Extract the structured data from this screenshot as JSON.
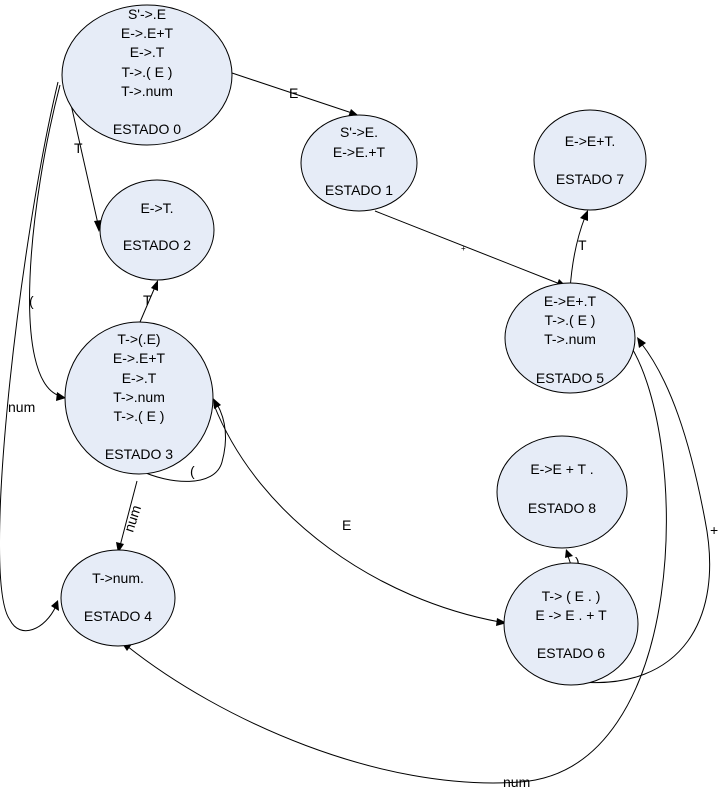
{
  "states": [
    {
      "id": "s0",
      "lines": [
        "S'->.E",
        "E->.E+T",
        "E->.T",
        "T->.( E )",
        "T->.num"
      ],
      "label": "ESTADO 0"
    },
    {
      "id": "s1",
      "lines": [
        "S'->E.",
        "E->E.+T"
      ],
      "label": "ESTADO 1"
    },
    {
      "id": "s2",
      "lines": [
        "E->T."
      ],
      "label": "ESTADO 2"
    },
    {
      "id": "s3",
      "lines": [
        "T->(.E)",
        "E->.E+T",
        "E->.T",
        "T->.num",
        "T->.( E )"
      ],
      "label": "ESTADO 3"
    },
    {
      "id": "s4",
      "lines": [
        "T->num."
      ],
      "label": "ESTADO 4"
    },
    {
      "id": "s5",
      "lines": [
        "E->E+.T",
        "T->.( E )",
        "T->.num"
      ],
      "label": "ESTADO 5"
    },
    {
      "id": "s6",
      "lines": [
        "T-> ( E . )",
        "E -> E . + T"
      ],
      "label": "ESTADO 6"
    },
    {
      "id": "s7",
      "lines": [
        "E->E+T."
      ],
      "label": "ESTADO 7"
    },
    {
      "id": "s8",
      "lines": [
        "E->E + T ."
      ],
      "label": "ESTADO 8"
    }
  ],
  "edges": [
    {
      "from": "s0",
      "to": "s1",
      "symbol": "E"
    },
    {
      "from": "s0",
      "to": "s2",
      "symbol": "T"
    },
    {
      "from": "s0",
      "to": "s3",
      "symbol": "("
    },
    {
      "from": "s0",
      "to": "s4",
      "symbol": "num"
    },
    {
      "from": "s1",
      "to": "s5",
      "symbol": "+"
    },
    {
      "from": "s3",
      "to": "s2",
      "symbol": "T"
    },
    {
      "from": "s3",
      "to": "s3",
      "symbol": "("
    },
    {
      "from": "s3",
      "to": "s4",
      "symbol": "num"
    },
    {
      "from": "s3",
      "to": "s6",
      "symbol": "E"
    },
    {
      "from": "s5",
      "to": "s7",
      "symbol": "T"
    },
    {
      "from": "s5",
      "to": "s4",
      "symbol": "num"
    },
    {
      "from": "s6",
      "to": "s8",
      "symbol": ")"
    },
    {
      "from": "s6",
      "to": "s5",
      "symbol": "+"
    }
  ]
}
